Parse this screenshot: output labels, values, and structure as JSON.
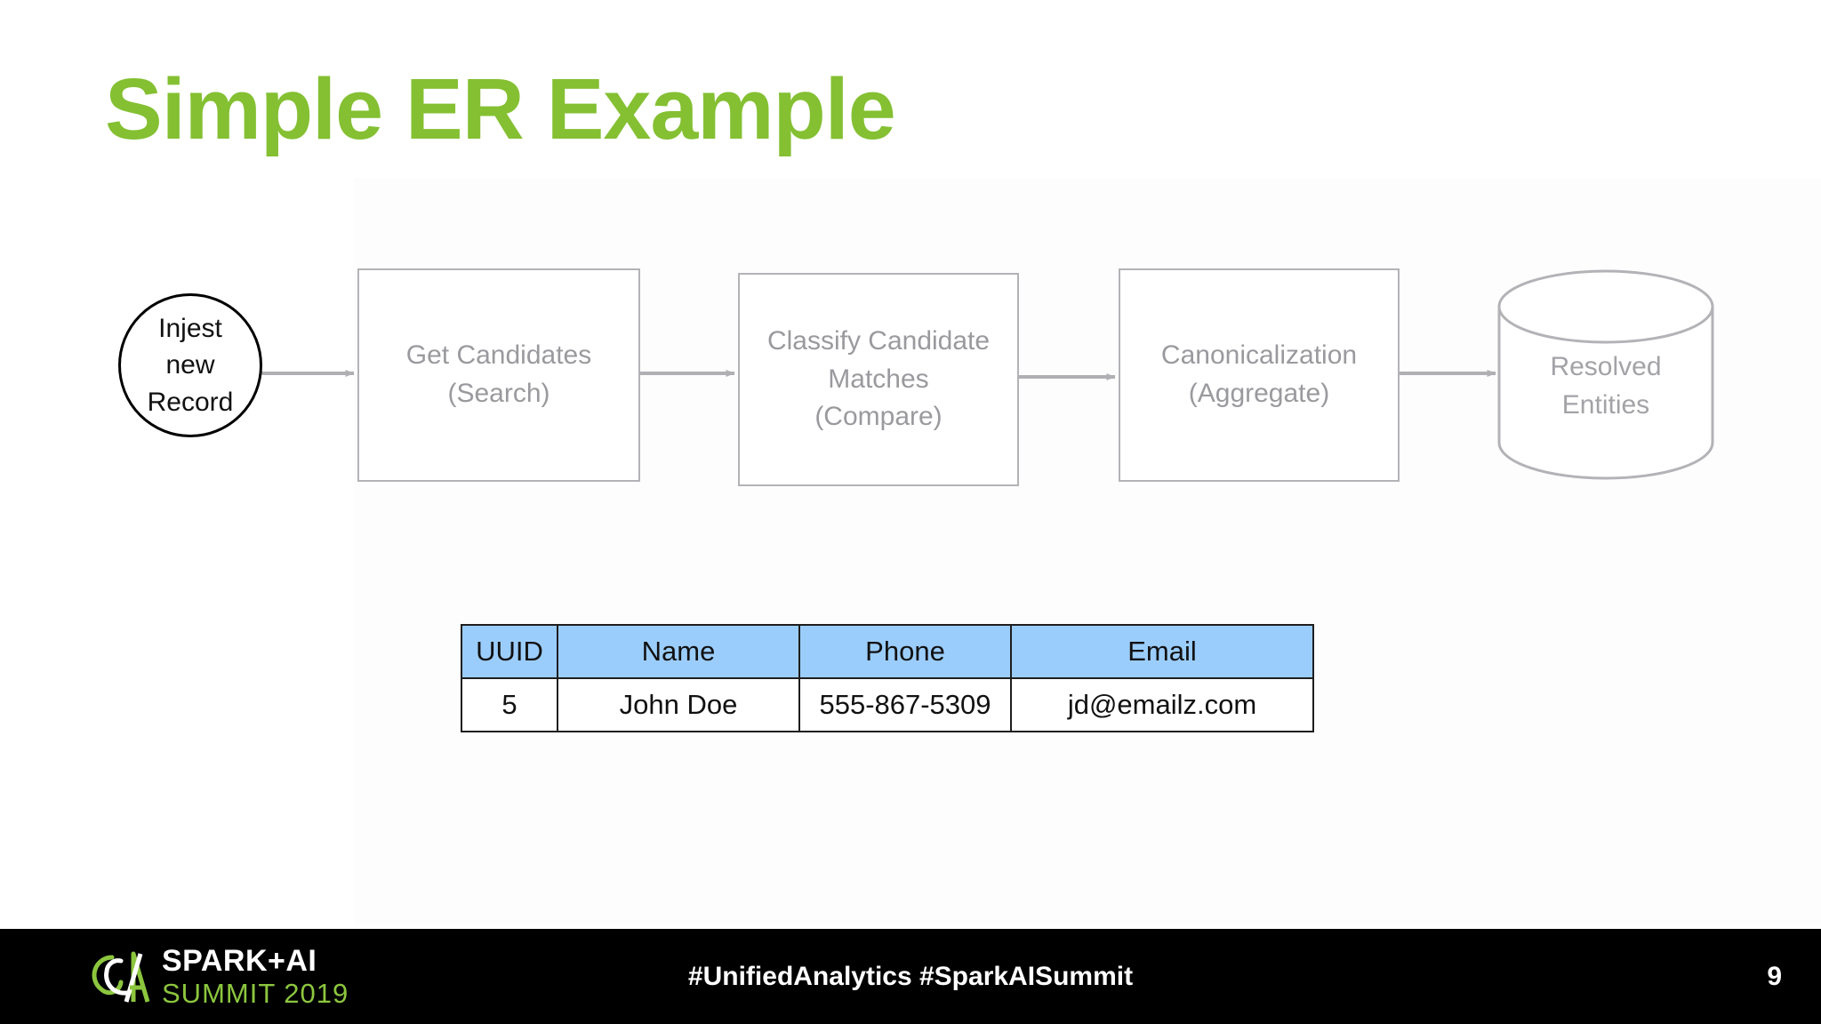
{
  "slide": {
    "title": "Simple ER Example",
    "title_color": "#84c032",
    "background_color": "#ffffff"
  },
  "diagram": {
    "type": "flowchart",
    "direction": "left-to-right",
    "node_stroke_color": "#b3b3b7",
    "node_text_color": "#9a9a9e",
    "arrow_color": "#b0b0b4",
    "nodes": [
      {
        "id": "ingest",
        "shape": "circle",
        "lines": [
          "Injest",
          "new",
          "Record"
        ],
        "text_color": "#111111",
        "stroke_color": "#000000"
      },
      {
        "id": "get-candidates",
        "shape": "rectangle",
        "lines": [
          "Get Candidates",
          "(Search)"
        ]
      },
      {
        "id": "classify-matches",
        "shape": "rectangle",
        "lines": [
          "Classify Candidate",
          "Matches",
          "(Compare)"
        ]
      },
      {
        "id": "canonicalization",
        "shape": "rectangle",
        "lines": [
          "Canonicalization",
          "(Aggregate)"
        ]
      },
      {
        "id": "resolved-entities",
        "shape": "cylinder",
        "lines": [
          "Resolved",
          "Entities"
        ],
        "text_color": "#a3a3a7"
      }
    ],
    "edges": [
      {
        "from": "ingest",
        "to": "get-candidates"
      },
      {
        "from": "get-candidates",
        "to": "classify-matches"
      },
      {
        "from": "classify-matches",
        "to": "canonicalization"
      },
      {
        "from": "canonicalization",
        "to": "resolved-entities"
      }
    ]
  },
  "record_table": {
    "header_background": "#9bcdfc",
    "border_color": "#1e1e1e",
    "columns": [
      "UUID",
      "Name",
      "Phone",
      "Email"
    ],
    "rows": [
      {
        "uuid": "5",
        "name": "John Doe",
        "phone": "555-867-5309",
        "email": "jd@emailz.com"
      }
    ]
  },
  "footer": {
    "background_color": "#000000",
    "logo": {
      "icon": "spark-ai-summit-spiral-logo",
      "line1": "SPARK+AI",
      "line2": "SUMMIT 2019",
      "line1_color": "#ffffff",
      "line2_color": "#8cc63e"
    },
    "hashtags": "#UnifiedAnalytics #SparkAISummit",
    "page_number": "9"
  }
}
